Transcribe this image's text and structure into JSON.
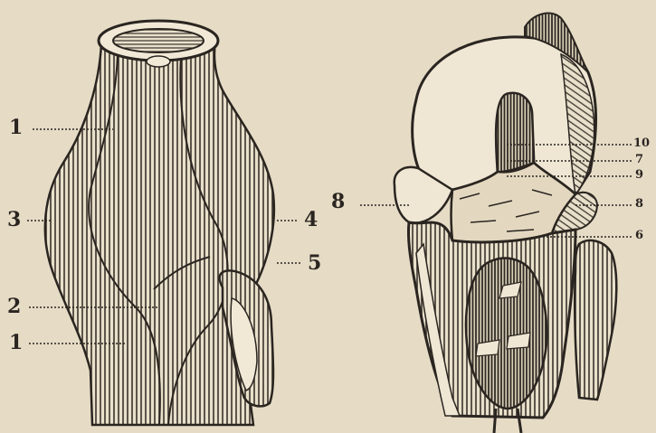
{
  "colors": {
    "paper": "#e6dcc6",
    "ink": "#2a2520",
    "shade": "#3b342c",
    "light": "#efe7d4"
  },
  "left_figure": {
    "labels": [
      "1",
      "3",
      "2",
      "1",
      "4",
      "5"
    ]
  },
  "right_figure": {
    "labels": [
      "8",
      "10",
      "7",
      "9",
      "8",
      "6"
    ]
  }
}
